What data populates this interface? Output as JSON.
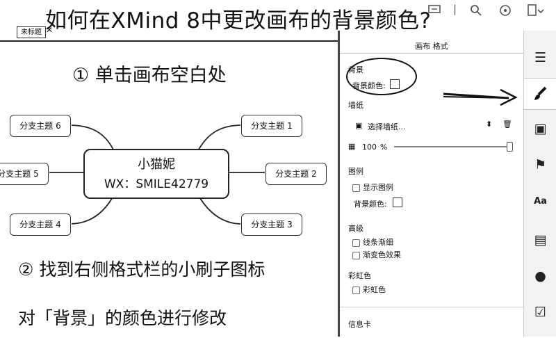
{
  "title": "如何在XMind 8中更改画布的背景颜色?",
  "tab": {
    "label": "未标题"
  },
  "steps": {
    "step1": "① 单击画布空白处",
    "step2": "② 找到右侧格式栏的小刷子图标",
    "step3": "对「背景」的颜色进行修改"
  },
  "mindmap": {
    "central_line1": "小猫妮",
    "central_line2": "WX：SMILE42779",
    "topics": [
      "分支主题 1",
      "分支主题 2",
      "分支主题 3",
      "分支主题 4",
      "分支主题 5",
      "分支主题 6"
    ]
  },
  "panel": {
    "header": "画布 格式",
    "background": {
      "section": "背景",
      "color_label": "背景颜色:"
    },
    "wallpaper": {
      "section": "墙纸",
      "select_label": "选择墙纸...",
      "opacity_value": "100",
      "opacity_unit": "%",
      "opacity_level": 1.0
    },
    "legend": {
      "section": "图例",
      "show_label": "显示图例",
      "color_label": "背景颜色:"
    },
    "advanced": {
      "section": "高级",
      "taper_label": "线条渐细",
      "gradient_label": "渐变色效果"
    },
    "rainbow": {
      "section": "彩虹色",
      "rainbow_label": "彩虹色"
    },
    "info": {
      "section": "信息卡"
    }
  },
  "icons": {
    "toolbar": [
      "presentation-icon",
      "zoom-icon",
      "share-icon",
      "export-icon"
    ],
    "sidebar": [
      "outline-icon",
      "brush-icon",
      "image-icon",
      "marker-icon",
      "text-icon",
      "notes-icon",
      "comment-icon",
      "task-icon"
    ]
  },
  "colors": {
    "accent": "#111111",
    "panel_bg": "#ffffff",
    "sidebar_bg": "#f2f2f2"
  }
}
